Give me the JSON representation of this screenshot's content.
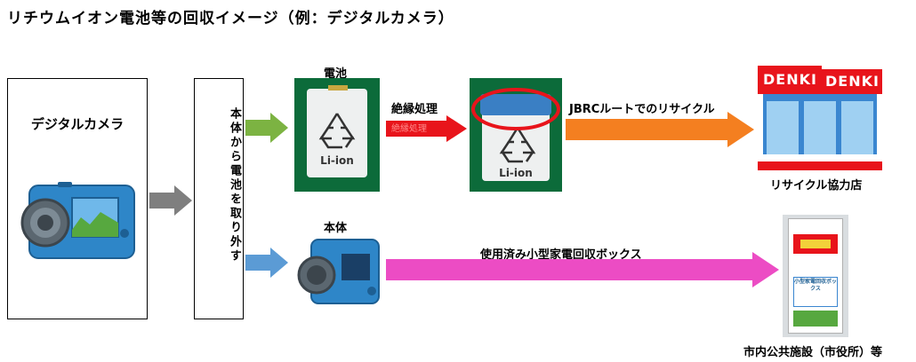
{
  "title": "リチウムイオン電池等の回収イメージ（例：デジタルカメラ）",
  "camera_box": {
    "label": "デジタルカメラ"
  },
  "remove_box": {
    "label": "本体から電池を取り外す"
  },
  "battery": {
    "label": "電池",
    "cell_text": "Li-ion"
  },
  "insulation": {
    "label": "絶縁処理",
    "arrow_text": "絶縁処理"
  },
  "jbrc_route": {
    "label": "JBRCルートでのリサイクル"
  },
  "store": {
    "label": "リサイクル協力店",
    "sign_text": "DENKI"
  },
  "body": {
    "label": "本体"
  },
  "small_appliance": {
    "label": "使用済み小型家電回収ボックス"
  },
  "public_facility": {
    "label": "市内公共施設（市役所）等",
    "box_sign": "小型家電回収ボックス"
  },
  "colors": {
    "green_arrow": "#7cb342",
    "gray_arrow": "#7f7f7f",
    "red_arrow": "#e8141b",
    "orange_arrow": "#f47f20",
    "blue_arrow": "#5b9bd5",
    "magenta_arrow": "#ec4cc4",
    "highlight_ring": "#e8141b"
  }
}
